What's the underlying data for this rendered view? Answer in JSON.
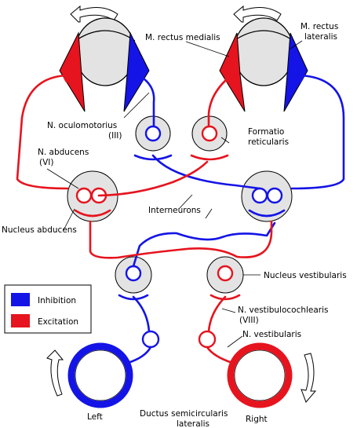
{
  "labels": {
    "m_rectus_medialis": "M. rectus medialis",
    "m_rectus_lateralis_1": "M. rectus",
    "m_rectus_lateralis_2": "lateralis",
    "n_oculomotorius_1": "N. oculomotorius",
    "n_oculomotorius_2": "(III)",
    "formatio_1": "Formatio",
    "formatio_2": "reticularis",
    "n_abducens_1": "N. abducens",
    "n_abducens_2": "(VI)",
    "interneurons": "Interneurons",
    "nucleus_abducens": "Nucleus abducens",
    "nucleus_vestibularis": "Nucleus vestibularis",
    "n_vestibulocochlearis_1": "N. vestibulocochlearis",
    "n_vestibulocochlearis_2": "(VIII)",
    "n_vestibularis": "N. vestibularis",
    "ductus_1": "Ductus semicircularis",
    "ductus_2": "lateralis",
    "left": "Left",
    "right": "Right"
  },
  "legend": {
    "inhibition": "Inhibition",
    "excitation": "Excitation",
    "inhibition_color": "#1414e6",
    "excitation_color": "#e6141e"
  }
}
